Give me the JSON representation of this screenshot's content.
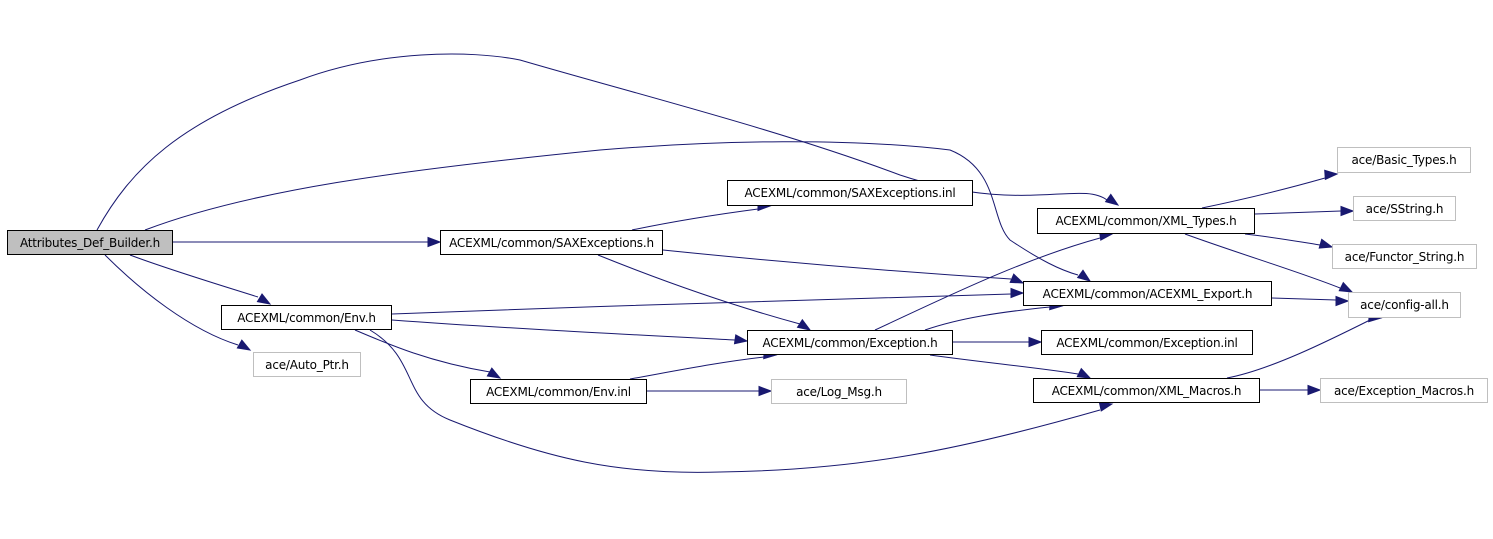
{
  "diagram": {
    "type": "include-dependency-graph",
    "edge_color": "#191970",
    "root_fill": "#bfbfbf",
    "external_border": "#bfbfbf",
    "nodes": [
      {
        "id": "root",
        "label": "Attributes_Def_Builder.h",
        "kind": "root"
      },
      {
        "id": "saxinl",
        "label": "ACEXML/common/SAXExceptions.inl",
        "kind": "internal"
      },
      {
        "id": "saxh",
        "label": "ACEXML/common/SAXExceptions.h",
        "kind": "internal"
      },
      {
        "id": "envh",
        "label": "ACEXML/common/Env.h",
        "kind": "internal"
      },
      {
        "id": "autoptr",
        "label": "ace/Auto_Ptr.h",
        "kind": "external"
      },
      {
        "id": "exch",
        "label": "ACEXML/common/Exception.h",
        "kind": "internal"
      },
      {
        "id": "envinl",
        "label": "ACEXML/common/Env.inl",
        "kind": "internal"
      },
      {
        "id": "logmsg",
        "label": "ace/Log_Msg.h",
        "kind": "external"
      },
      {
        "id": "xmltypes",
        "label": "ACEXML/common/XML_Types.h",
        "kind": "internal"
      },
      {
        "id": "export",
        "label": "ACEXML/common/ACEXML_Export.h",
        "kind": "internal"
      },
      {
        "id": "excinl",
        "label": "ACEXML/common/Exception.inl",
        "kind": "internal"
      },
      {
        "id": "xmlmacros",
        "label": "ACEXML/common/XML_Macros.h",
        "kind": "internal"
      },
      {
        "id": "basictypes",
        "label": "ace/Basic_Types.h",
        "kind": "external"
      },
      {
        "id": "sstring",
        "label": "ace/SString.h",
        "kind": "external"
      },
      {
        "id": "functor",
        "label": "ace/Functor_String.h",
        "kind": "external"
      },
      {
        "id": "configall",
        "label": "ace/config-all.h",
        "kind": "external"
      },
      {
        "id": "excmacros",
        "label": "ace/Exception_Macros.h",
        "kind": "external"
      }
    ],
    "edges": [
      {
        "from": "root",
        "to": "xmltypes"
      },
      {
        "from": "root",
        "to": "export"
      },
      {
        "from": "root",
        "to": "saxh"
      },
      {
        "from": "root",
        "to": "envh"
      },
      {
        "from": "root",
        "to": "autoptr"
      },
      {
        "from": "saxh",
        "to": "saxinl"
      },
      {
        "from": "saxh",
        "to": "export"
      },
      {
        "from": "saxh",
        "to": "exch"
      },
      {
        "from": "envh",
        "to": "export"
      },
      {
        "from": "envh",
        "to": "exch"
      },
      {
        "from": "envh",
        "to": "envinl"
      },
      {
        "from": "envh",
        "to": "xmlmacros"
      },
      {
        "from": "envinl",
        "to": "exch"
      },
      {
        "from": "envinl",
        "to": "logmsg"
      },
      {
        "from": "exch",
        "to": "xmltypes"
      },
      {
        "from": "exch",
        "to": "export"
      },
      {
        "from": "exch",
        "to": "excinl"
      },
      {
        "from": "exch",
        "to": "xmlmacros"
      },
      {
        "from": "xmltypes",
        "to": "basictypes"
      },
      {
        "from": "xmltypes",
        "to": "sstring"
      },
      {
        "from": "xmltypes",
        "to": "functor"
      },
      {
        "from": "xmltypes",
        "to": "configall"
      },
      {
        "from": "export",
        "to": "configall"
      },
      {
        "from": "xmlmacros",
        "to": "configall"
      },
      {
        "from": "xmlmacros",
        "to": "excmacros"
      }
    ]
  }
}
